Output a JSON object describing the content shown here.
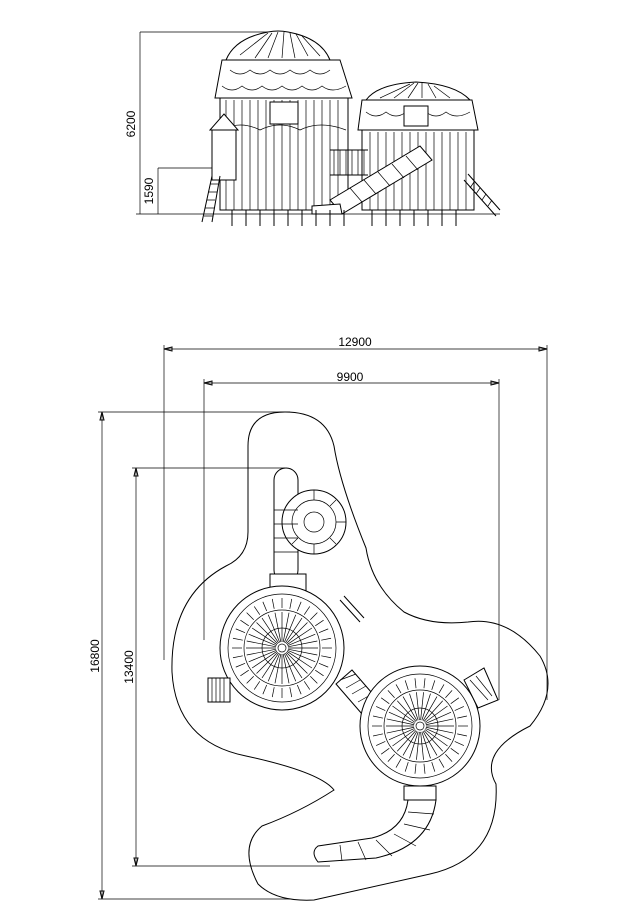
{
  "elevation": {
    "height_total": "6200",
    "height_deck": "1590"
  },
  "plan": {
    "width_overall": "12900",
    "width_equipment": "9900",
    "depth_overall": "16800",
    "depth_equipment": "13400"
  },
  "colors": {
    "line": "#000000",
    "background": "#ffffff"
  }
}
